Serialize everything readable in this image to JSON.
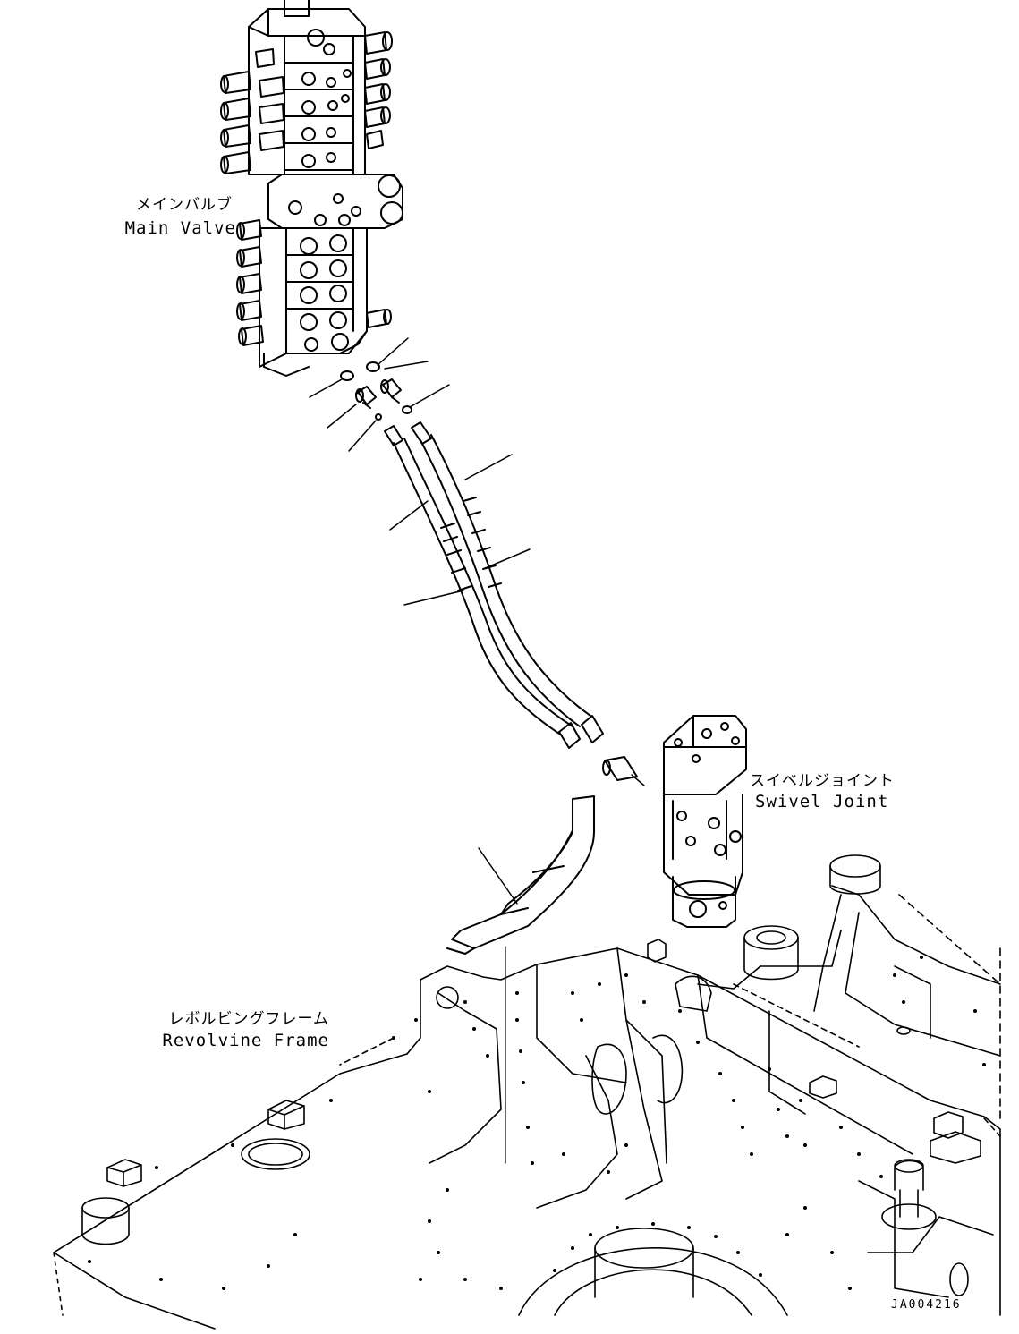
{
  "labels": {
    "main_valve_ja": "メインバルブ",
    "main_valve_en": "Main Valve",
    "swivel_joint_ja": "スイベルジョイント",
    "swivel_joint_en": "Swivel Joint",
    "revolving_frame_ja": "レボルビングフレーム",
    "revolving_frame_en": "Revolvine Frame",
    "drawing_code": "JA004216"
  }
}
